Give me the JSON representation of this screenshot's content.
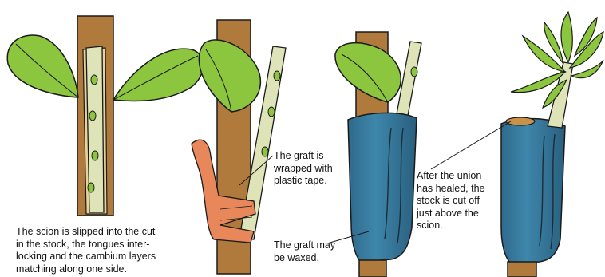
{
  "captions": {
    "step1": "The scion is slipped into the cut\nin the stock, the tongues inter-\nlocking and the cambium layers\nmatching along one side.",
    "step2": "The graft is\nwrapped with\nplastic tape.",
    "step3": "The graft may\nbe waxed.",
    "step4": "After the union\nhas healed, the\nstock is cut off\njust above the\nscion."
  },
  "colors": {
    "stock_bark": "#b07a3c",
    "scion_wood": "#dfe3b8",
    "leaf": "#8cc63f",
    "leaf_dark": "#5a8f24",
    "tape": "#e8875a",
    "wax": "#3b7fa3",
    "outline": "#1a1a1a"
  }
}
